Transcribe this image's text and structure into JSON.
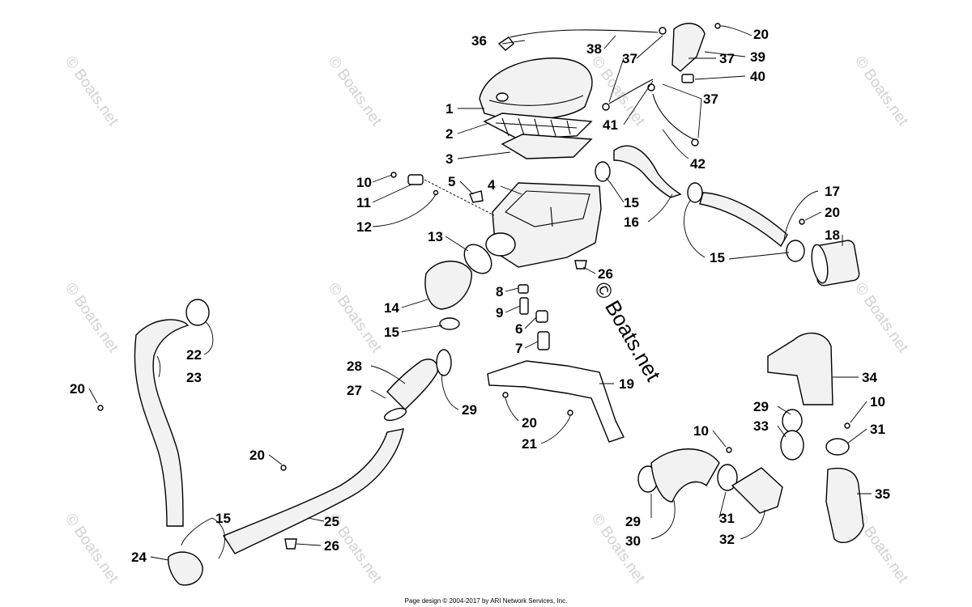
{
  "watermark": "© Boats.net",
  "center_watermark": "© Boats.net",
  "footer": "Page design © 2004-2017 by ARI Network Services, Inc.",
  "callouts": [
    "1",
    "2",
    "3",
    "4",
    "5",
    "6",
    "7",
    "8",
    "9",
    "10",
    "11",
    "12",
    "13",
    "14",
    "15",
    "16",
    "17",
    "18",
    "19",
    "20",
    "21",
    "22",
    "23",
    "24",
    "25",
    "26",
    "27",
    "28",
    "29",
    "30",
    "31",
    "32",
    "33",
    "34",
    "35",
    "36",
    "37",
    "38",
    "39",
    "40",
    "41",
    "42"
  ]
}
